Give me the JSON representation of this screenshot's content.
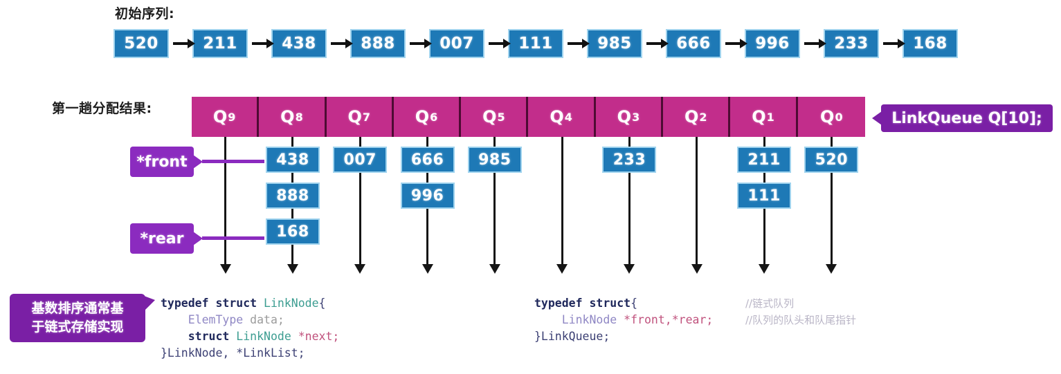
{
  "labels": {
    "initial_sequence": "初始序列:",
    "first_pass_result": "第一趟分配结果:"
  },
  "initial_list": {
    "nodes": [
      "520",
      "211",
      "438",
      "888",
      "007",
      "111",
      "985",
      "666",
      "996",
      "233",
      "168"
    ],
    "arrow_icon": "right-arrow"
  },
  "queues": {
    "array_declaration_callout": "LinkQueue Q[10];",
    "front_label": "*front",
    "rear_label": "*rear",
    "cells": [
      {
        "name": "Q",
        "index": "9",
        "items": []
      },
      {
        "name": "Q",
        "index": "8",
        "items": [
          "438",
          "888",
          "168"
        ]
      },
      {
        "name": "Q",
        "index": "7",
        "items": [
          "007"
        ]
      },
      {
        "name": "Q",
        "index": "6",
        "items": [
          "666",
          "996"
        ]
      },
      {
        "name": "Q",
        "index": "5",
        "items": [
          "985"
        ]
      },
      {
        "name": "Q",
        "index": "4",
        "items": []
      },
      {
        "name": "Q",
        "index": "3",
        "items": [
          "233"
        ]
      },
      {
        "name": "Q",
        "index": "2",
        "items": []
      },
      {
        "name": "Q",
        "index": "1",
        "items": [
          "211",
          "111"
        ]
      },
      {
        "name": "Q",
        "index": "0",
        "items": [
          "520"
        ]
      }
    ]
  },
  "note_callout": {
    "line1": "基数排序通常基",
    "line2": "于链式存储实现"
  },
  "code_left": {
    "line1_kw1": "typedef",
    "line1_kw2": "struct",
    "line1_type": "LinkNode",
    "line1_brace": "{",
    "line2_type": "ElemType",
    "line2_ident": "data;",
    "line3_kw": "struct",
    "line3_type": "LinkNode",
    "line3_ptr": "*next;",
    "line4": "}LinkNode, *LinkList;"
  },
  "code_right": {
    "line1_kw1": "typedef",
    "line1_kw2": "struct",
    "line1_brace": "{",
    "line1_comment": "//链式队列",
    "line2_type": "LinkNode",
    "line2_ptr": "*front,*rear;",
    "line2_comment": "//队列的队头和队尾指针",
    "line3": "}LinkQueue;"
  },
  "colors": {
    "node_blue": "#1e79b6",
    "node_border": "#9fd3ee",
    "queue_magenta": "#c22d8b",
    "callout_purple": "#7d21a8",
    "arrow_black": "#151515"
  }
}
